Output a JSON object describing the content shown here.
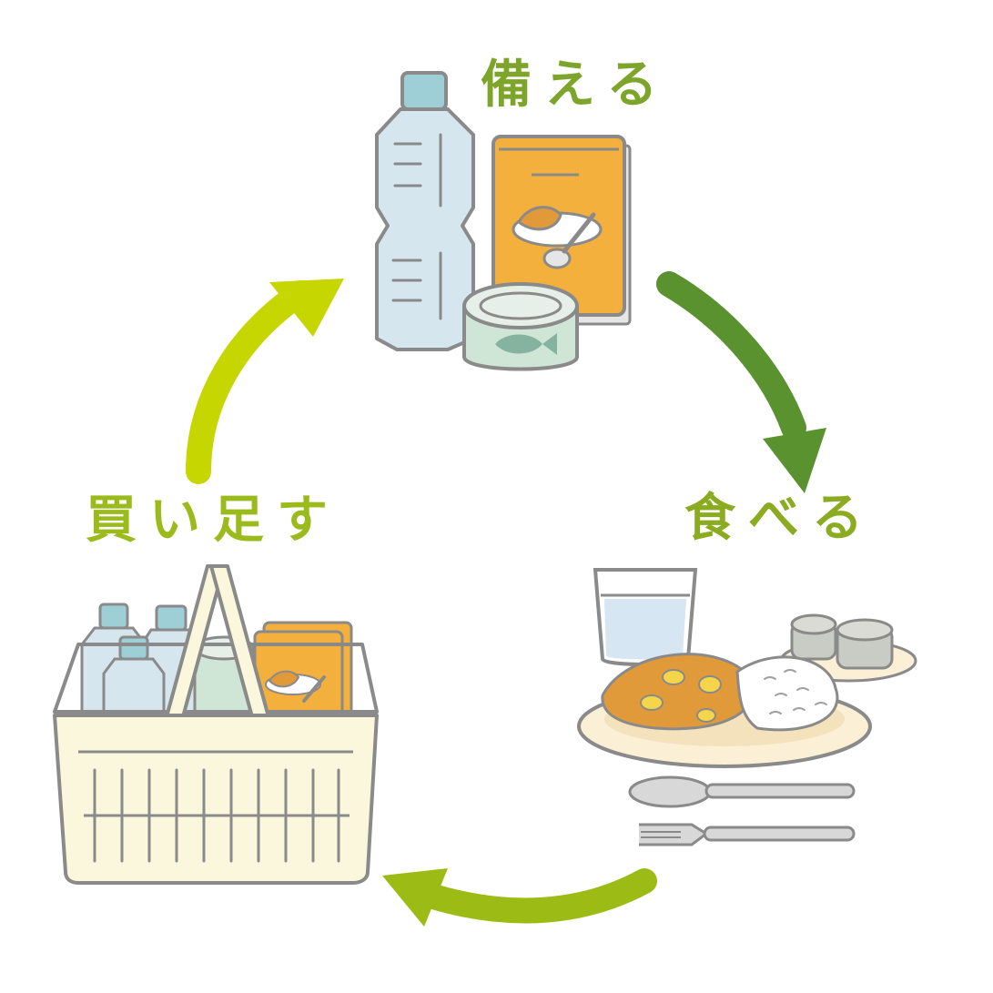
{
  "cycle": {
    "steps": [
      {
        "id": "stock",
        "label": "備える"
      },
      {
        "id": "eat",
        "label": "食べる"
      },
      {
        "id": "buy",
        "label": "買い足す"
      }
    ]
  },
  "colors": {
    "label_stock": "#7da52a",
    "label_eat": "#8bab20",
    "label_buy": "#9bbb1c",
    "arrow_stock_to_eat": "#5a9230",
    "arrow_eat_to_buy": "#9cbb14",
    "arrow_buy_to_stock": "#c6d600",
    "curry": "#e09a3a",
    "pouch": "#f4b03c",
    "bottle": "#d6e6ee",
    "can": "#cfe6d6",
    "basket": "#fbf7dc",
    "outline": "#8a8a8a"
  },
  "icons": [
    "water-bottle-icon",
    "curry-pouch-icon",
    "fish-can-icon",
    "curry-plate-icon",
    "water-glass-icon",
    "spoon-icon",
    "fork-icon",
    "shopping-basket-icon"
  ]
}
